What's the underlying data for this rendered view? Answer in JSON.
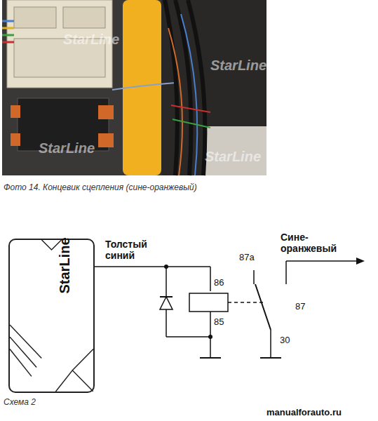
{
  "diagram": {
    "nodes": [
      {
        "text": [
          "StarLine"
        ]
      }
    ],
    "labels": [
      "StarLine",
      "StarLine",
      "StarLine",
      "StarLine",
      "Фото 14. Концевик сцепления (сине-оранжевый)",
      "Толстый синий",
      "Сине-оранжевый",
      "87a",
      "86",
      "85",
      "87",
      "30",
      "Схема 2",
      "manualforauto.ru"
    ]
  }
}
